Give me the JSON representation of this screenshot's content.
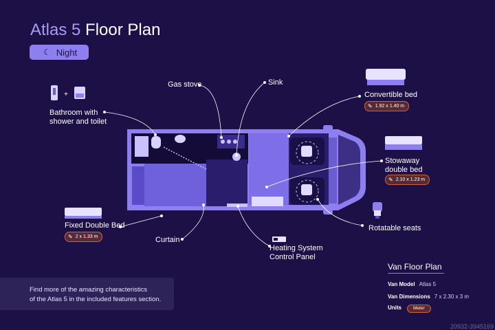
{
  "header": {
    "title_brand": "Atlas 5",
    "title_rest": "Floor Plan"
  },
  "mode_toggle": {
    "label": "Night",
    "icon": "moon-icon"
  },
  "labels": {
    "bathroom": [
      "Bathroom with",
      "shower and toilet"
    ],
    "gas_stove": "Gas stove",
    "sink": "Sink",
    "convertible_bed": "Convertible bed",
    "stowaway_bed": [
      "Stowaway",
      "double bed"
    ],
    "rotatable_seats": "Rotatable seats",
    "fixed_bed": "Fixed Double Bed",
    "curtain": "Curtain",
    "heating": [
      "Heating System",
      "Control Panel"
    ]
  },
  "dimensions": {
    "convertible_bed": "1.92 x 1.40 m",
    "stowaway_bed": "2.10 x 1.23 m",
    "fixed_bed": "2 x 1.33 m"
  },
  "info_box": {
    "lines": [
      "Find more of the amazing characteristics",
      "of the Atlas 5 in the included features section."
    ]
  },
  "specs": {
    "title": "Van Floor Plan",
    "model_label": "Van Model",
    "model_value": "Atlas 5",
    "dims_label": "Van Dimensions",
    "dims_value": "7 x 2.30 x 3 m",
    "units_label": "Units",
    "units_value": "Meter"
  },
  "watermark": "20932-3945169",
  "colors": {
    "background": "#1c1046",
    "accent": "#8e7ff0",
    "dimension_badge": "#5a2a34"
  }
}
